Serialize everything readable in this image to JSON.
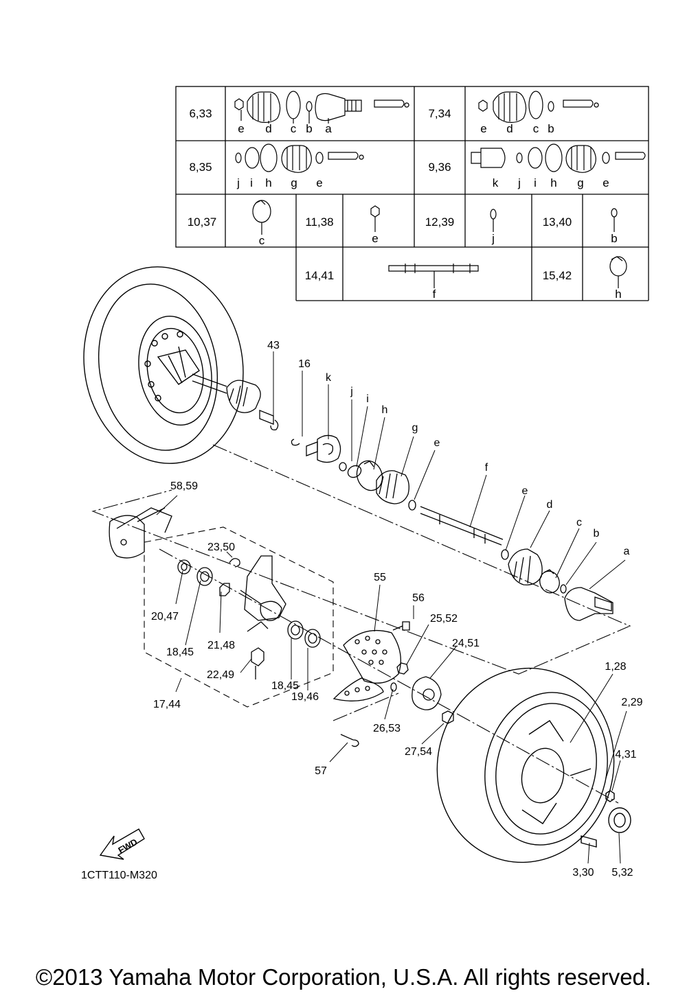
{
  "drawing_code": "1CTT110-M320",
  "copyright": "©2013 Yamaha Motor Corporation, U.S.A. All rights reserved.",
  "fwd_label": "FWD",
  "table": {
    "cells": [
      {
        "ref": "6,33",
        "letters": [
          "e",
          "d",
          "c",
          "b",
          "a"
        ]
      },
      {
        "ref": "7,34",
        "letters": [
          "e",
          "d",
          "c",
          "b"
        ]
      },
      {
        "ref": "8,35",
        "letters": [
          "j",
          "i",
          "h",
          "g",
          "e"
        ]
      },
      {
        "ref": "9,36",
        "letters": [
          "k",
          "j",
          "i",
          "h",
          "g",
          "e"
        ]
      },
      {
        "ref": "10,37",
        "letters": [
          "c"
        ]
      },
      {
        "ref": "11,38",
        "letters": [
          "e"
        ]
      },
      {
        "ref": "12,39",
        "letters": [
          "j"
        ]
      },
      {
        "ref": "13,40",
        "letters": [
          "b"
        ]
      },
      {
        "ref": "14,41",
        "letters": [
          "f"
        ]
      },
      {
        "ref": "15,42",
        "letters": [
          "h"
        ]
      }
    ]
  },
  "callouts": [
    "43",
    "16",
    "k",
    "j",
    "i",
    "h",
    "g",
    "e",
    "f",
    "e",
    "d",
    "c",
    "b",
    "a",
    "58,59",
    "23,50",
    "20,47",
    "18,45",
    "21,48",
    "22,49",
    "17,44",
    "18,45",
    "19,46",
    "55",
    "56",
    "25,52",
    "24,51",
    "26,53",
    "27,54",
    "57",
    "1,28",
    "2,29",
    "4,31",
    "3,30",
    "5,32"
  ]
}
